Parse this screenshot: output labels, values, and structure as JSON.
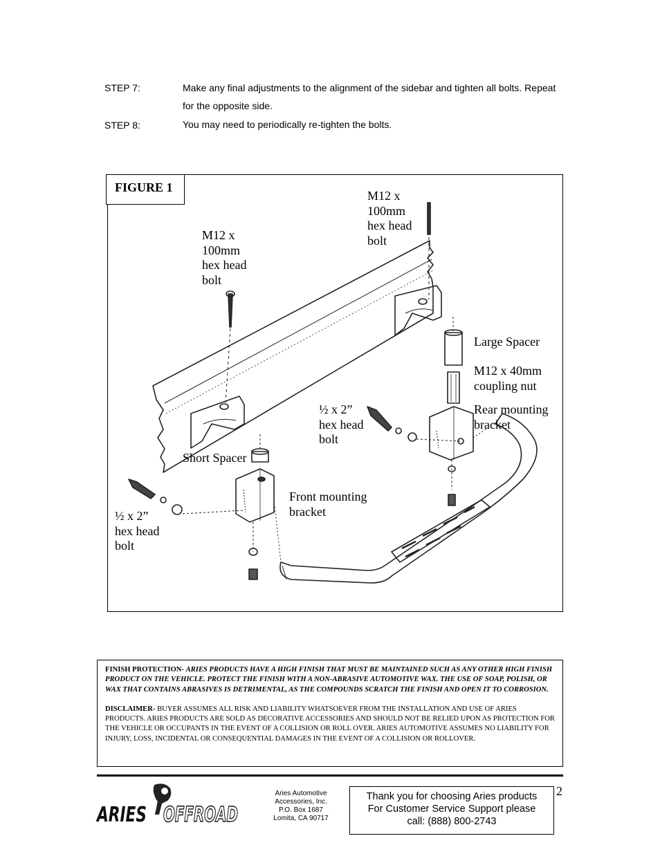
{
  "steps": [
    {
      "label": "STEP 7:",
      "text": "Make any final adjustments to the alignment of the sidebar and tighten all bolts. Repeat for the opposite side."
    },
    {
      "label": "STEP 8:",
      "text": "You may need to periodically re-tighten the bolts."
    }
  ],
  "figure": {
    "title": "FIGURE 1",
    "labels": {
      "bolt_top_right": "M12 x\n100mm\nhex head\nbolt",
      "bolt_top_left": "M12 x\n100mm\nhex head\nbolt",
      "large_spacer": "Large Spacer",
      "coupling_nut": "M12 x 40mm\ncoupling nut",
      "rear_bracket": "Rear mounting\nbracket",
      "hex_bolt_middle": "½ x 2”\nhex head\nbolt",
      "short_spacer": "Short Spacer",
      "front_bracket": "Front mounting\nbracket",
      "hex_bolt_left": "½ x 2”\nhex head\nbolt"
    }
  },
  "notice": {
    "finish_heading": "FINISH PROTECTION-",
    "finish_text": "ARIES PRODUCTS HAVE A HIGH FINISH THAT MUST BE MAINTAINED SUCH AS ANY OTHER HIGH FINISH PRODUCT ON THE VEHICLE. PROTECT THE FINISH WITH A NON-ABRASIVE AUTOMOTIVE WAX. THE USE OF SOAP, POLISH, OR WAX THAT CONTAINS ABRASIVES IS DETRIMENTAL, AS THE COMPOUNDS SCRATCH THE FINISH AND OPEN IT TO CORROSION.",
    "disclaimer_heading": "DISCLAIMER-",
    "disclaimer_text": "BUYER ASSUMES ALL RISK AND LIABILITY WHATSOEVER FROM THE INSTALLATION AND USE OF ARIES PRODUCTS. ARIES PRODUCTS ARE SOLD AS DECORATIVE ACCESSORIES AND SHOULD NOT BE RELIED UPON AS PROTECTION FOR THE VEHICLE OR OCCUPANTS IN THE EVENT OF A COLLISION OR ROLL OVER. ARIES AUTOMOTIVE ASSUMES NO LIABILITY FOR INJURY, LOSS, INCIDENTAL OR CONSEQUENTIAL DAMAGES IN THE EVENT OF A COLLISION OR ROLLOVER."
  },
  "footer": {
    "logo_text": "ARIES OFFROAD",
    "address": "Aries Automotive\nAccessories, Inc.\nP.O. Box 1687\nLomita, CA 90717",
    "thanks": "Thank you for choosing Aries products\nFor Customer Service Support please\ncall: (888) 800-2743",
    "page_number": "2"
  }
}
